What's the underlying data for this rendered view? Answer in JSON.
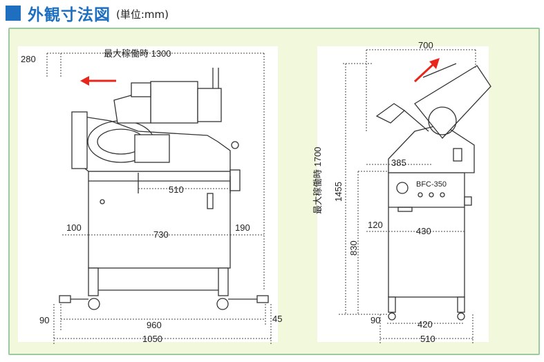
{
  "header": {
    "title": "外観寸法図",
    "unit": "(単位:mm)"
  },
  "colors": {
    "accent": "#1e6fc0",
    "panel_bg": "#f1f8dc",
    "panel_border": "#9cc9a0",
    "arrow": "#e8261b"
  },
  "front_view": {
    "dim_top_offset": "280",
    "max_operating_label": "最大稼働時 1300",
    "inner_width": "510",
    "left_overhang": "100",
    "body_width": "730",
    "right_overhang": "190",
    "left_foot": "90",
    "foot_span": "960",
    "right_foot": "45",
    "overall_width": "1050"
  },
  "side_view": {
    "max_width": "700",
    "max_height_label": "最大稼働時 1700",
    "height_1455": "1455",
    "height_830": "830",
    "depth_385": "385",
    "depth_120": "120",
    "depth_430": "430",
    "foot_90": "90",
    "foot_span": "420",
    "overall_depth": "510",
    "model_plate": "BFC-350"
  }
}
